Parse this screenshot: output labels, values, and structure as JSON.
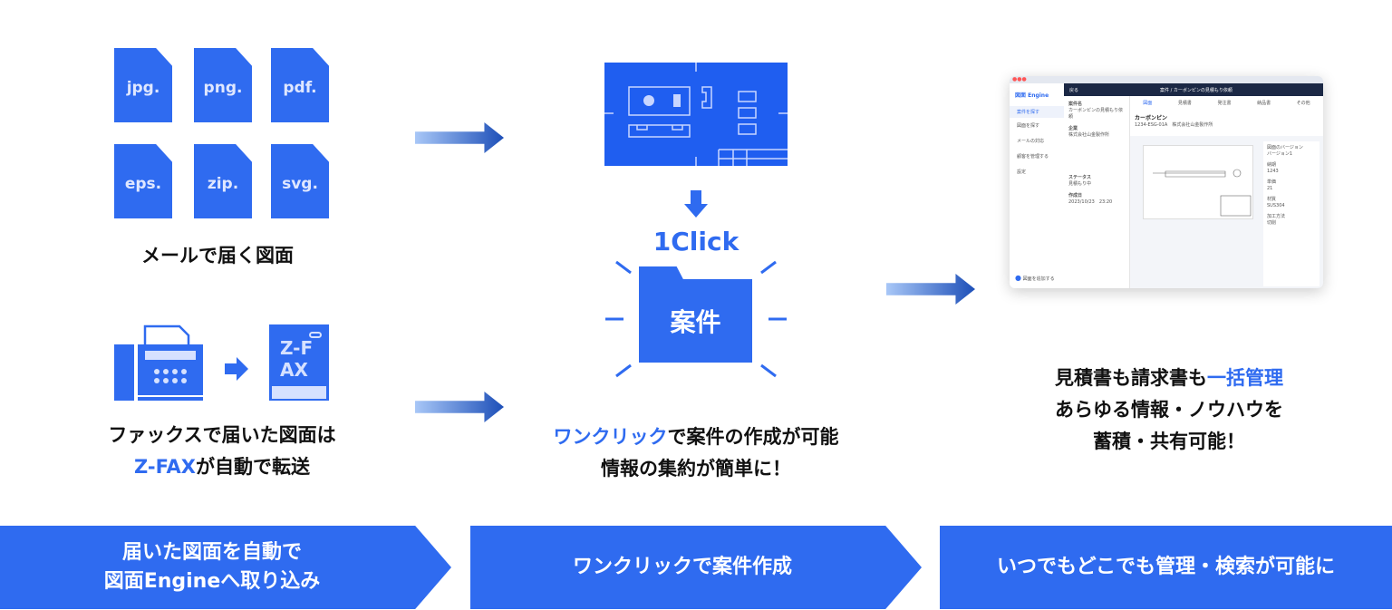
{
  "files": [
    "jpg.",
    "png.",
    "pdf.",
    "eps.",
    "zip.",
    "svg."
  ],
  "email_caption": "メールで届く図面",
  "zfax_logo": "Z-FAX",
  "fax_caption": {
    "line1": "ファックスで届いた図面は",
    "line2_highlight": "Z-FAX",
    "line2_rest": "が自動で転送"
  },
  "one_click": "1Click",
  "folder_label": "案件",
  "center_caption": {
    "line1_highlight": "ワンクリック",
    "line1_rest": "で案件の作成が可能",
    "line2": "情報の集約が簡単に！"
  },
  "right_caption": {
    "line1_prefix": "見積書も請求書も",
    "line1_highlight": "一括管理",
    "line2": "あらゆる情報・ノウハウを",
    "line3": "蓄積・共有可能！"
  },
  "app": {
    "logo": "図面 Engine",
    "back": "戻る",
    "title": "案件 / カーボンピンの見積もり依頼",
    "nav": [
      "案件を探す",
      "図面を探す",
      "メールの対応",
      "顧客を管理する",
      "設定"
    ],
    "add_button": "図面を追加する",
    "tabs": [
      "図面",
      "見積書",
      "発注書",
      "納品書",
      "その他"
    ],
    "part_name": "カーボンピン",
    "part_sub": "1234-ESG-01A　株式会社山金製作所",
    "fields": [
      [
        "案件名",
        "カーボンピンの見積もり依頼"
      ],
      [
        "企業",
        "株式会社山金製作所"
      ],
      [
        "ステータス",
        "見積もり中"
      ],
      [
        "作成日",
        "2023/10/23　23:20"
      ]
    ],
    "props": [
      [
        "図面のバージョン",
        "バージョン1"
      ],
      [
        "納期",
        "1243"
      ],
      [
        "単価",
        "21"
      ],
      [
        "材質",
        "SUS304"
      ],
      [
        "加工方法",
        "切削"
      ]
    ]
  },
  "banners": [
    {
      "line1": "届いた図面を自動で",
      "line2": "図面Engineへ取り込み"
    },
    {
      "line1": "ワンクリックで案件作成"
    },
    {
      "line1": "いつでもどこでも管理・検索が可能に"
    }
  ],
  "colors": {
    "accent": "#2f6bf0",
    "navy": "#1b2845"
  }
}
